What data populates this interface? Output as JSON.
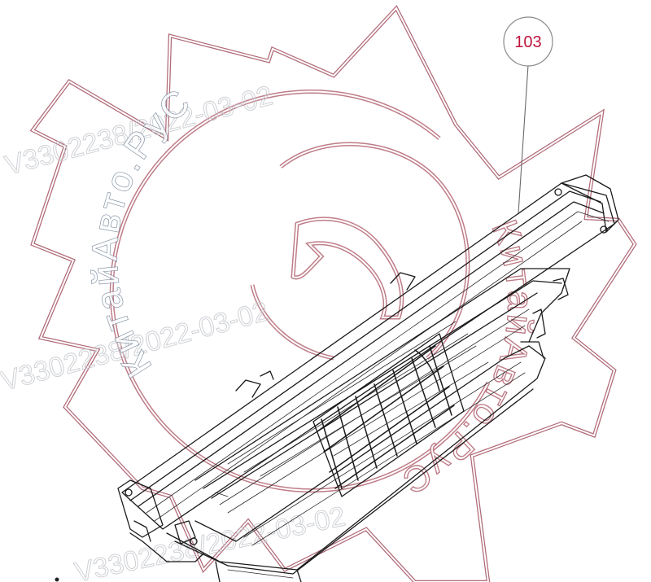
{
  "diagram": {
    "watermark": {
      "brand_text": "КитайАвто.РуС",
      "stamp_text": "V3302238/2022-03-02",
      "colors": {
        "gear_outline": "#b06a78",
        "brand_text_blue": "#6e7f95",
        "brand_text_red": "#b86f7c",
        "stamp_gray": "#c9ccd1"
      }
    },
    "callout": {
      "label": "103",
      "color": "#c0143c"
    },
    "part": {
      "icon": "radiator-grille-icon"
    }
  }
}
